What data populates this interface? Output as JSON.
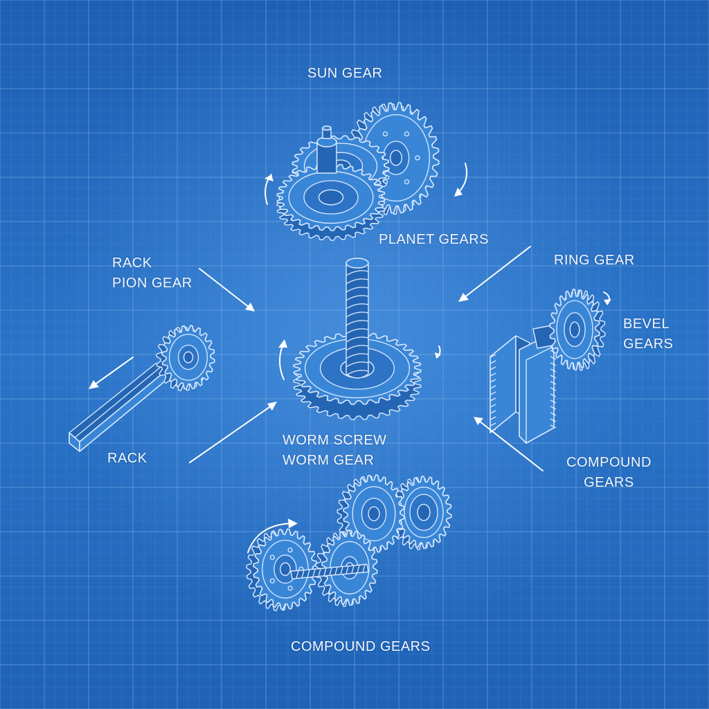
{
  "labels": {
    "sun_gear": "SUN GEAR",
    "planet_gears": "PLANET GEARS",
    "rack_line1": "RACK",
    "rack_line2": "PION GEAR",
    "ring_gear": "RING GEAR",
    "bevel_line1": "BEVEL",
    "bevel_line2": "GEARS",
    "worm_line1": "WORM SCREW",
    "worm_line2": "WORM GEAR",
    "rack": "RACK",
    "compound_right_line1": "COMPOUND",
    "compound_right_line2": "GEARS",
    "compound_bottom": "COMPOUND GEARS"
  },
  "colors": {
    "background": "#2a74c8",
    "grid_minor": "#5f9be0",
    "grid_major": "#7fb2ea",
    "linework": "#dcebff",
    "label": "#f3f7ff"
  },
  "icons": [
    "planetary-gear-set",
    "worm-screw",
    "worm-wheel",
    "rack-and-pinion",
    "bevel-gear-pair",
    "compound-gear-train"
  ]
}
